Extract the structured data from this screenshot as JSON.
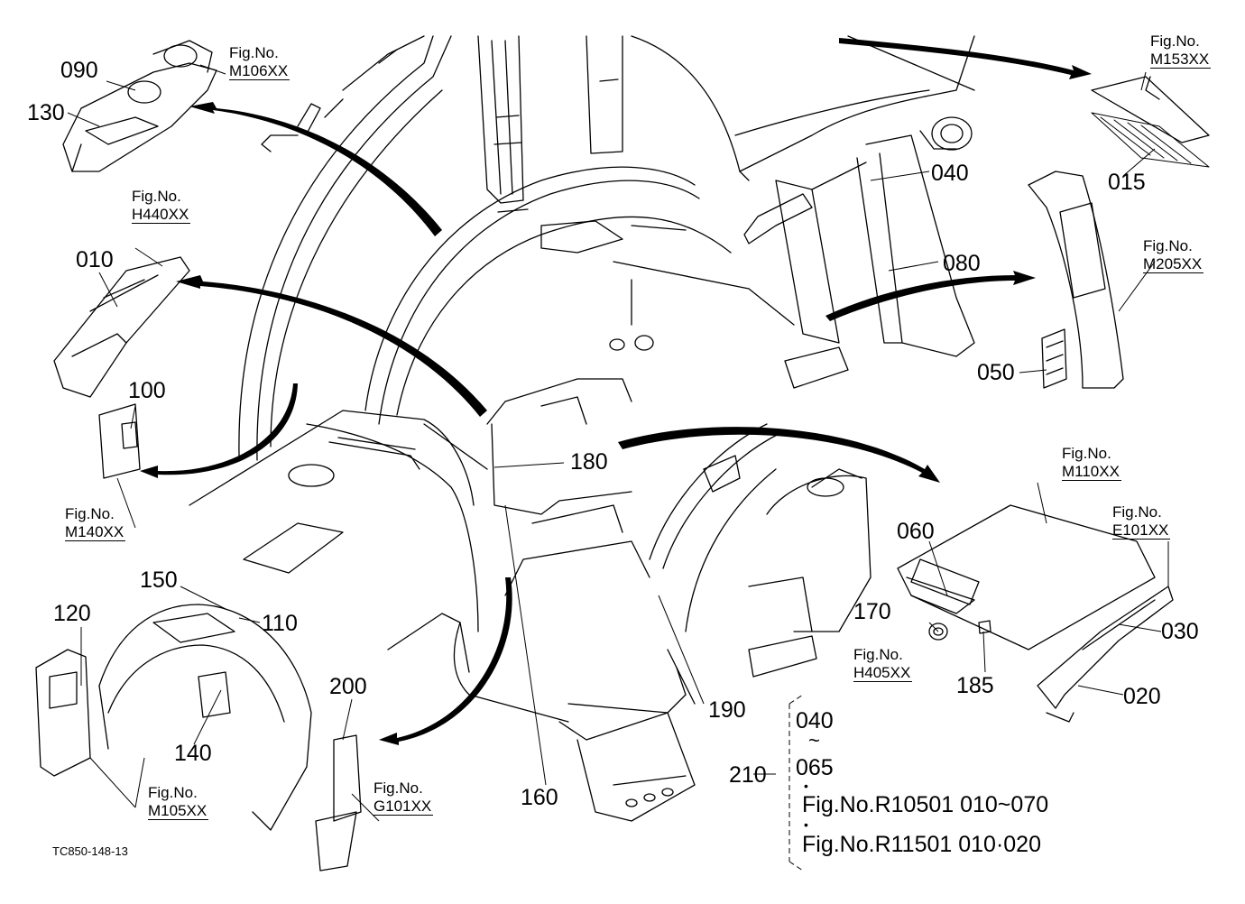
{
  "part_numbers": {
    "p090": "090",
    "p130": "130",
    "p010": "010",
    "p100": "100",
    "p040": "040",
    "p080": "080",
    "p015": "015",
    "p050": "050",
    "p180": "180",
    "p060": "060",
    "p170": "170",
    "p185": "185",
    "p030": "030",
    "p020": "020",
    "p150": "150",
    "p110": "110",
    "p120": "120",
    "p140": "140",
    "p200": "200",
    "p160": "160",
    "p190": "190",
    "p210": "210"
  },
  "figure_refs": {
    "m106": {
      "label": "Fig.No.",
      "code": "M106XX"
    },
    "h440": {
      "label": "Fig.No.",
      "code": "H440XX"
    },
    "m140": {
      "label": "Fig.No.",
      "code": "M140XX"
    },
    "m153": {
      "label": "Fig.No.",
      "code": "M153XX"
    },
    "m205": {
      "label": "Fig.No.",
      "code": "M205XX"
    },
    "m110": {
      "label": "Fig.No.",
      "code": "M110XX"
    },
    "e101": {
      "label": "Fig.No.",
      "code": "E101XX"
    },
    "h405": {
      "label": "Fig.No.",
      "code": "H405XX"
    },
    "m105": {
      "label": "Fig.No.",
      "code": "M105XX"
    },
    "g101": {
      "label": "Fig.No.",
      "code": "G101XX"
    }
  },
  "range_note": {
    "from": "040",
    "tilde": "~",
    "to": "065",
    "ref1": "Fig.No.R10501  010~070",
    "ref2": "Fig.No.R11501  010·020"
  },
  "drawing_code": "TC850-148-13"
}
